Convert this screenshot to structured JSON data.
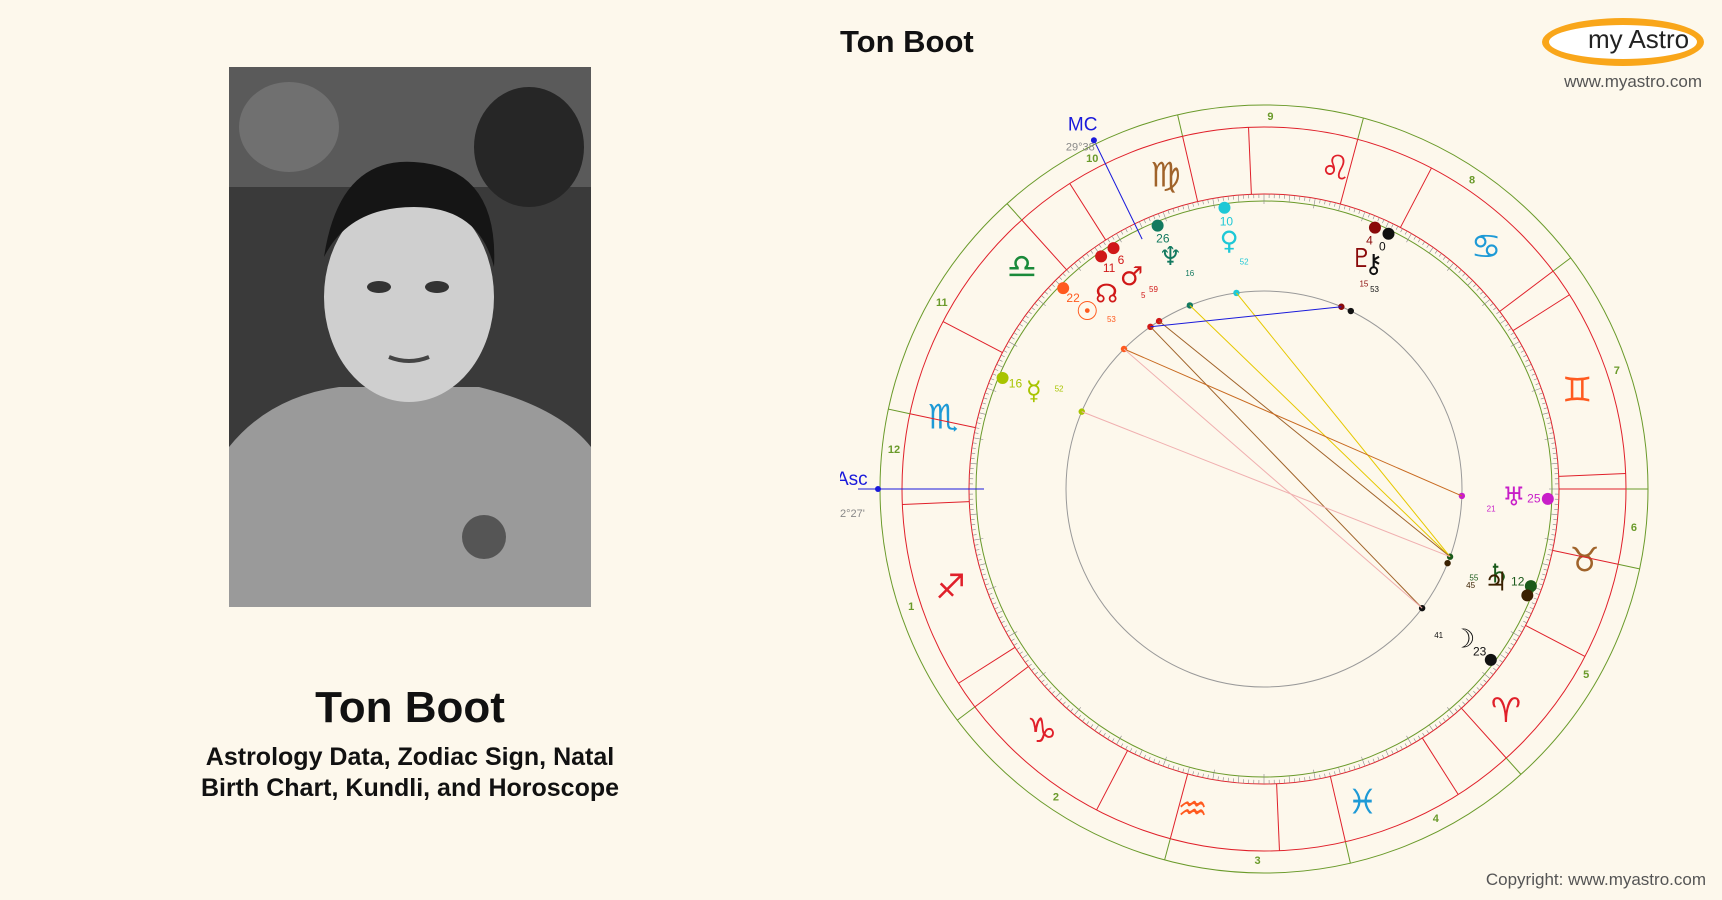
{
  "person": {
    "name": "Ton Boot",
    "subtitle_line1": "Astrology Data, Zodiac Sign, Natal",
    "subtitle_line2": "Birth Chart, Kundli, and Horoscope"
  },
  "chart_title": "Ton Boot",
  "logo": {
    "text": "my Astro",
    "color": "#f9a61a"
  },
  "site_url": "www.myastro.com",
  "copyright": "Copyright: www.myastro.com",
  "angles": {
    "mc_label": "MC",
    "mc_degree": "29°38'",
    "asc_label": "Asc",
    "asc_degree": "2°27'",
    "color": "#1a1adb"
  },
  "houses": [
    "1",
    "2",
    "3",
    "4",
    "5",
    "6",
    "7",
    "8",
    "9",
    "10",
    "11",
    "12"
  ],
  "signs": [
    {
      "name": "aries",
      "glyph": "♈",
      "color": "#e0202a"
    },
    {
      "name": "taurus",
      "glyph": "♉",
      "color": "#a0632a"
    },
    {
      "name": "gemini",
      "glyph": "♊",
      "color": "#ff5a1f"
    },
    {
      "name": "cancer",
      "glyph": "♋",
      "color": "#1e9ad6"
    },
    {
      "name": "leo",
      "glyph": "♌",
      "color": "#e0202a"
    },
    {
      "name": "virgo",
      "glyph": "♍",
      "color": "#a0632a"
    },
    {
      "name": "libra",
      "glyph": "♎",
      "color": "#1a8a3a"
    },
    {
      "name": "scorpio",
      "glyph": "♏",
      "color": "#1e9ad6"
    },
    {
      "name": "sagittarius",
      "glyph": "♐",
      "color": "#e0202a"
    },
    {
      "name": "capricorn",
      "glyph": "♑",
      "color": "#e0202a"
    },
    {
      "name": "aquarius",
      "glyph": "♒",
      "color": "#ff5a1f"
    },
    {
      "name": "pisces",
      "glyph": "♓",
      "color": "#1e9ad6"
    }
  ],
  "planets": [
    {
      "name": "venus",
      "glyph": "♀",
      "deg": "10",
      "min": "52",
      "color": "#1ec8d6"
    },
    {
      "name": "neptune",
      "glyph": "♆",
      "deg": "26",
      "min": "16",
      "color": "#137a60"
    },
    {
      "name": "mars",
      "glyph": "♂",
      "deg": "6",
      "min": "59",
      "color": "#d01818"
    },
    {
      "name": "node",
      "glyph": "☊",
      "deg": "11",
      "min": "5",
      "color": "#d01818"
    },
    {
      "name": "sun",
      "glyph": "☉",
      "deg": "22",
      "min": "53",
      "color": "#ff5a1f"
    },
    {
      "name": "mercury",
      "glyph": "☿",
      "deg": "16",
      "min": "52",
      "color": "#a8c400"
    },
    {
      "name": "pluto",
      "glyph": "♇",
      "deg": "4",
      "min": "15",
      "color": "#8a0a0a"
    },
    {
      "name": "chiron",
      "glyph": "⚷",
      "deg": "0",
      "min": "53",
      "color": "#111111"
    },
    {
      "name": "uranus",
      "glyph": "♅",
      "deg": "25",
      "min": "21",
      "color": "#c81ec8"
    },
    {
      "name": "saturn",
      "glyph": "♄",
      "deg": "12",
      "min": "55",
      "color": "#1a5a1a"
    },
    {
      "name": "jupiter",
      "glyph": "♃",
      "deg": "",
      "min": "45",
      "color": "#3a2000"
    },
    {
      "name": "moon",
      "glyph": "☽",
      "deg": "23",
      "min": "41",
      "color": "#111111"
    }
  ]
}
